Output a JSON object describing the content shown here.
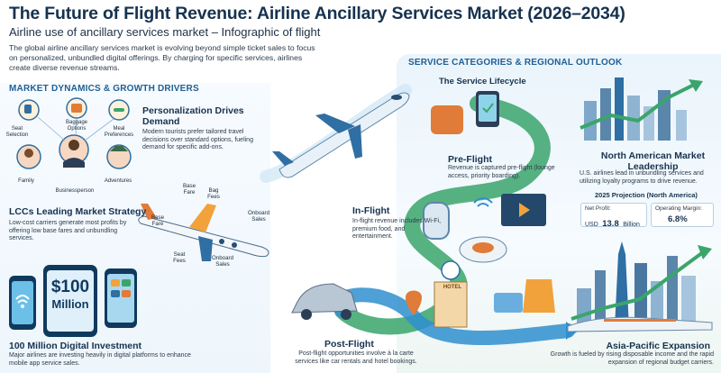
{
  "header": {
    "title": "The Future of Flight Revenue: Airline Ancillary Services Market (2026–2034)",
    "subtitle": "Airline use of ancillary services market – Infographic of flight",
    "intro": "The global airline ancillary services market is evolving beyond simple ticket sales to focus on personalized, unbundled digital offerings. By charging for specific services, airlines create diverse revenue streams."
  },
  "left": {
    "section_title": "MARKET DYNAMICS & GROWTH DRIVERS",
    "personas": [
      "Seat Selection",
      "Baggage Options",
      "Meal Preferences",
      "Family",
      "Businessperson",
      "Adventures"
    ],
    "personalization": {
      "title": "Personalization Drives Demand",
      "text": "Modern tourists prefer tailored travel decisions over standard options, fueling demand for specific add-ons."
    },
    "lcc": {
      "title": "LCCs Leading Market Strategy",
      "text": "Low-cost carriers generate most profits by offering low base fares and unbundling services."
    },
    "plane_labels": [
      "Base Fare",
      "Bag Fees",
      "Base Fare",
      "Onboard Sales",
      "Seat Fees",
      "Onboard Sales"
    ],
    "phone_amount": "$100",
    "phone_unit": "Million",
    "digital": {
      "title": "100 Million Digital Investment",
      "text": "Major airlines are investing heavily in digital platforms to enhance mobile app service sales."
    }
  },
  "right": {
    "section_title": "SERVICE CATEGORIES & REGIONAL OUTLOOK",
    "lifecycle_title": "The Service Lifecycle",
    "preflight": {
      "title": "Pre-Flight",
      "text": "Revenue is captured pre-flight (lounge access, priority boarding)."
    },
    "inflight": {
      "title": "In-Flight",
      "text": "In-flight revenue includes Wi-Fi, premium food, and entertainment."
    },
    "postflight": {
      "title": "Post-Flight",
      "text": "Post-flight opportunities involve à la carte services like car rentals and hotel bookings."
    },
    "hotel_sign": "HOTEL",
    "na": {
      "title": "North American Market Leadership",
      "text": "U.S. airlines lead in unbundling services and utilizing loyalty programs to drive revenue.",
      "projection": "2025 Projection (North America)",
      "net_profit_label": "Net Profit:",
      "net_profit_prefix": "USD",
      "net_profit_value": "13.8",
      "net_profit_unit": "Billion",
      "margin_label": "Operating Margin:",
      "margin_value": "6.8%"
    },
    "apac": {
      "title": "Asia-Pacific Expansion",
      "text": "Growth is fueled by rising disposable income and the rapid expansion of regional budget carriers."
    }
  },
  "colors": {
    "navy": "#16324f",
    "accent": "#1f5f95",
    "orange": "#f2a23a",
    "green": "#3aa56b",
    "sky": "#eaf4fb"
  }
}
